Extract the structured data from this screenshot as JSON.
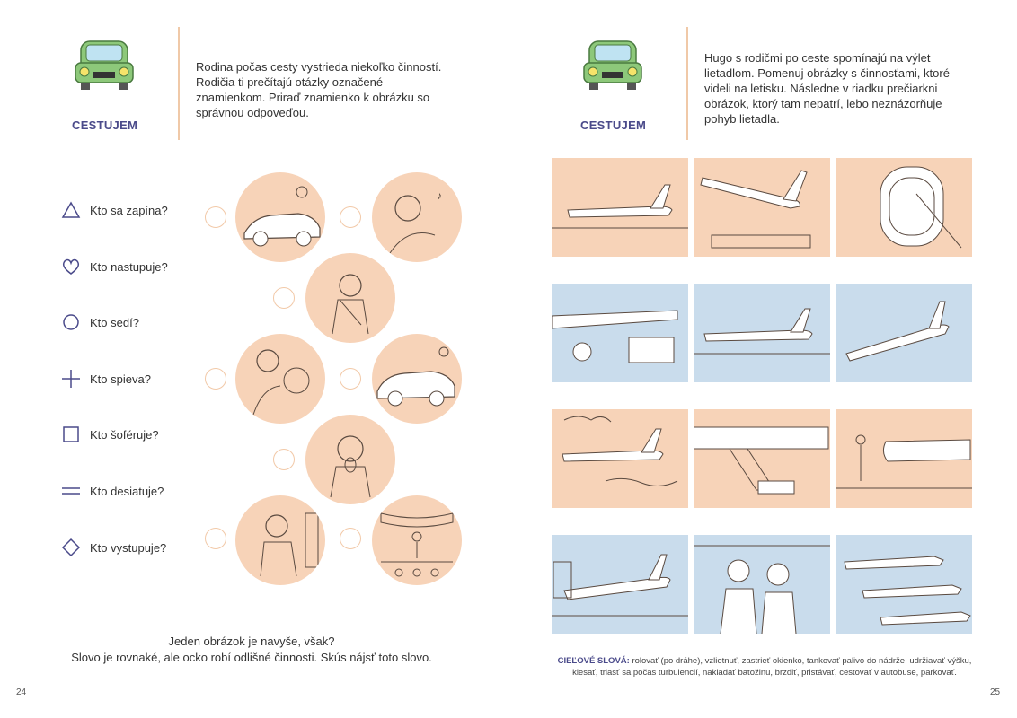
{
  "left_page": {
    "section_label": "CESTUJEM",
    "intro": "Rodina počas cesty vystrieda niekoľko činností. Rodičia ti prečítajú otázky označené znamienkom. Priraď znamienko k obrázku so správnou odpoveďou.",
    "questions": [
      {
        "symbol": "triangle-icon",
        "text": "Kto sa zapína?"
      },
      {
        "symbol": "heart-icon",
        "text": "Kto nastupuje?"
      },
      {
        "symbol": "circle-icon",
        "text": "Kto sedí?"
      },
      {
        "symbol": "plus-icon",
        "text": "Kto spieva?"
      },
      {
        "symbol": "square-icon",
        "text": "Kto šoféruje?"
      },
      {
        "symbol": "double-line-icon",
        "text": "Kto desiatuje?"
      },
      {
        "symbol": "diamond-icon",
        "text": "Kto vystupuje?"
      }
    ],
    "bottom_line1": "Jeden obrázok je navyše, však?",
    "bottom_line2": "Slovo je rovnaké, ale ocko robí odlišné činnosti. Skús nájsť toto slovo.",
    "page_number": "24"
  },
  "right_page": {
    "section_label": "CESTUJEM",
    "intro": "Hugo s rodičmi po ceste spomínajú na výlet lietadlom. Pomenuj obrázky s činnosťami, ktoré videli na letisku. Následne v riadku prečiarkni obrázok, ktorý tam nepatrí, lebo neznázorňuje pohyb lietadla.",
    "target_label": "CIEĽOVÉ SLOVÁ:",
    "target_words": "rolovať (po dráhe), vzlietnuť, zastrieť okienko, tankovať palivo do nádrže, udržiavať výšku, klesať, triasť sa počas turbulencií, nakladať batožinu, brzdiť, pristávať, cestovať v autobuse, parkovať.",
    "page_number": "25"
  },
  "colors": {
    "accent": "#4a4a8a",
    "peach": "#f7d3b8",
    "blue": "#c9dcec",
    "car_green": "#8dc87a"
  }
}
